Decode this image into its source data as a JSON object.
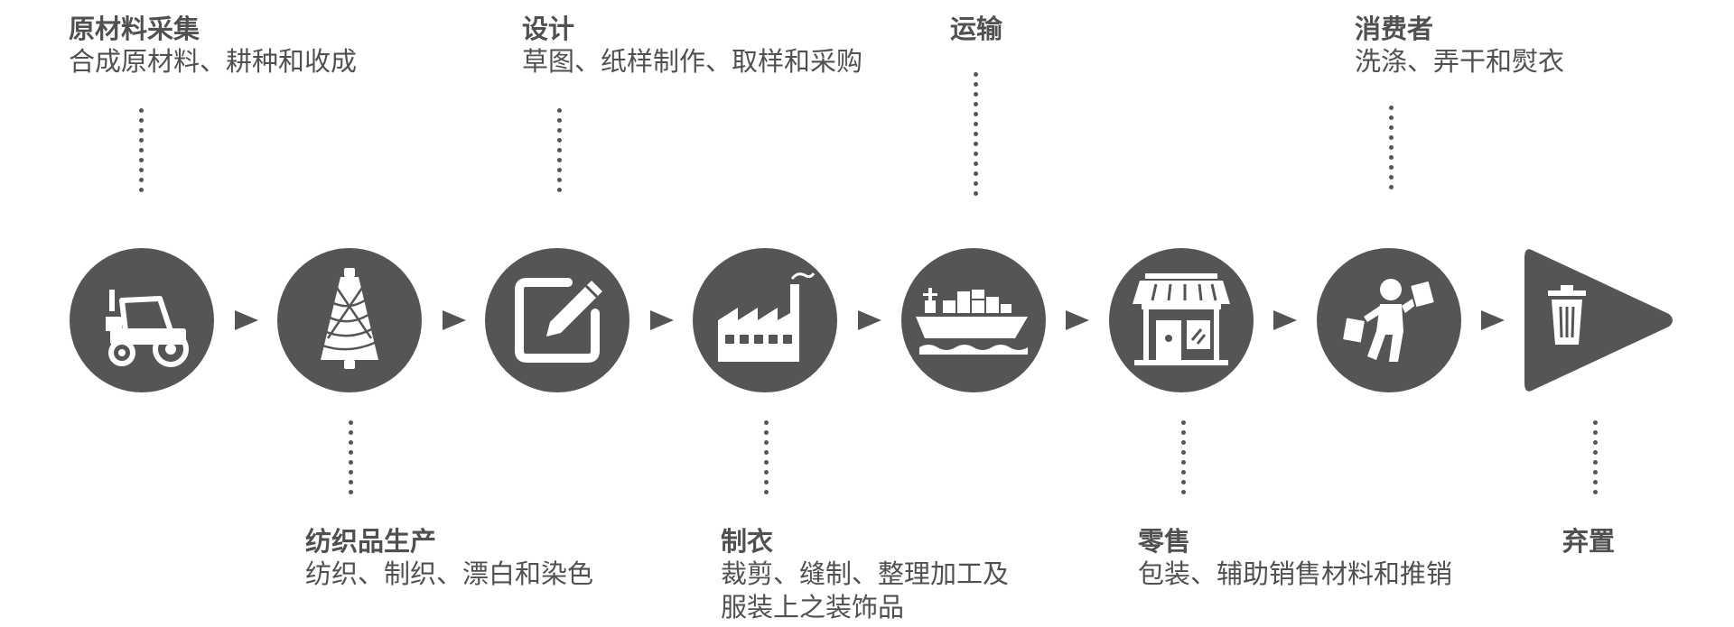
{
  "stages": [
    {
      "title": "原材料采集",
      "desc": "合成原材料、耕种和收成",
      "icon": "tractor-icon"
    },
    {
      "title": "纺织品生产",
      "desc": "纺织、制织、漂白和染色",
      "icon": "yarn-cone-icon"
    },
    {
      "title": "设计",
      "desc": "草图、纸样制作、取样和采购",
      "icon": "edit-icon"
    },
    {
      "title": "制衣",
      "desc": "裁剪、缝制、整理加工及",
      "desc2": "服装上之装饰品",
      "icon": "factory-icon"
    },
    {
      "title": "运输",
      "icon": "cargo-ship-icon"
    },
    {
      "title": "零售",
      "desc": "包装、辅助销售材料和推销",
      "icon": "storefront-icon"
    },
    {
      "title": "消费者",
      "desc": "洗涤、弄干和熨衣",
      "icon": "shopper-icon"
    },
    {
      "title": "弃置",
      "icon": "trash-can-icon"
    }
  ],
  "colors": {
    "primary": "#555555",
    "background": "#ffffff",
    "text": "#505050"
  }
}
